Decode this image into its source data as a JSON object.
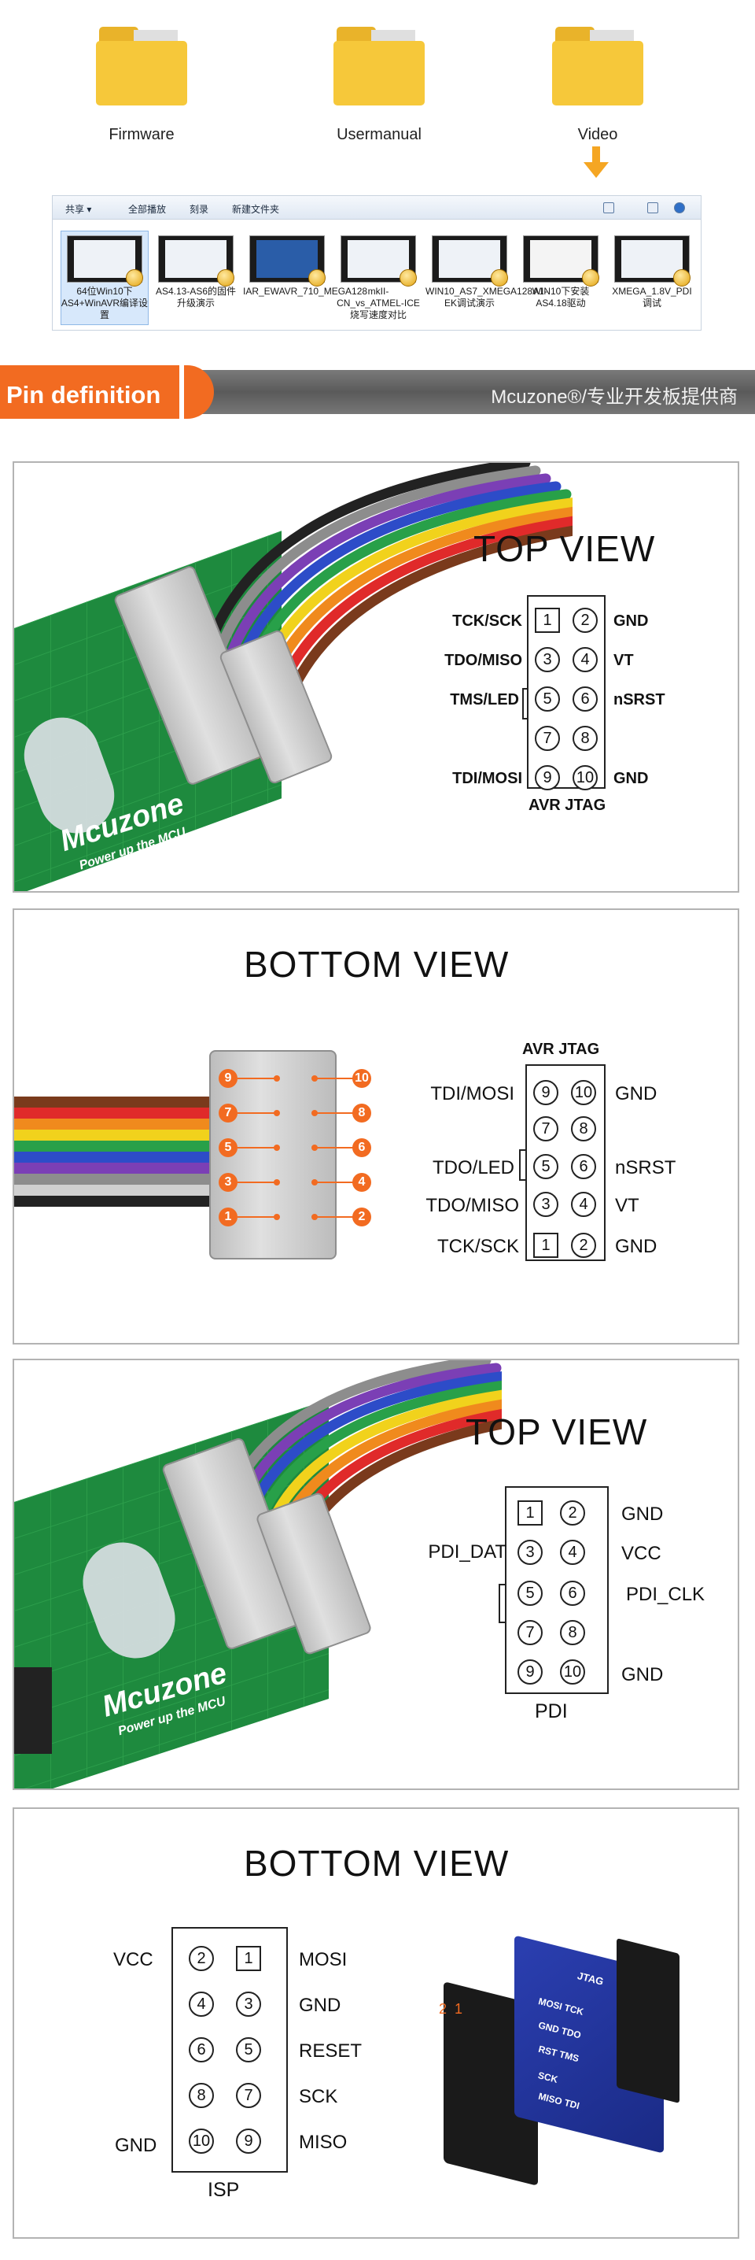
{
  "downloads": {
    "folders": [
      {
        "label": "Firmware"
      },
      {
        "label": "Usermanual"
      },
      {
        "label": "Video"
      }
    ]
  },
  "explorer": {
    "toolbar": [
      "共享 ▾",
      "全部播放",
      "刻录",
      "新建文件夹"
    ],
    "files": [
      {
        "name": "64位Win10下AS4+WinAVR编译设置"
      },
      {
        "name": "AS4.13-AS6的固件升级演示"
      },
      {
        "name": "IAR_EWAVR_710_MEGA128"
      },
      {
        "name": "mkII-CN_vs_ATMEL-ICE烧写速度对比"
      },
      {
        "name": "WIN10_AS7_XMEGA128A1-EK调试演示"
      },
      {
        "name": "WIN10下安装AS4.18驱动"
      },
      {
        "name": "XMEGA_1.8V_PDI调试"
      }
    ]
  },
  "banner": {
    "title": "Pin definition",
    "tagline": "Mcuzone®/专业开发板提供商"
  },
  "board": {
    "brand": "Mcuzone",
    "slogan": "Power up the MCU"
  },
  "jtag_top": {
    "view": "TOP VIEW",
    "caption": "AVR JTAG",
    "rows": [
      {
        "left": "TCK/SCK",
        "p1": "1",
        "p2": "2",
        "right": "GND"
      },
      {
        "left": "TDO/MISO",
        "p1": "3",
        "p2": "4",
        "right": "VT"
      },
      {
        "left": "TMS/LED",
        "p1": "5",
        "p2": "6",
        "right": "nSRST"
      },
      {
        "left": "",
        "p1": "7",
        "p2": "8",
        "right": ""
      },
      {
        "left": "TDI/MOSI",
        "p1": "9",
        "p2": "10",
        "right": "GND"
      }
    ]
  },
  "jtag_bottom": {
    "view": "BOTTOM VIEW",
    "caption": "AVR JTAG",
    "rows": [
      {
        "left": "TDI/MOSI",
        "p1": "9",
        "p2": "10",
        "right": "GND"
      },
      {
        "left": "",
        "p1": "7",
        "p2": "8",
        "right": ""
      },
      {
        "left": "TDO/LED",
        "p1": "5",
        "p2": "6",
        "right": "nSRST"
      },
      {
        "left": "TDO/MISO",
        "p1": "3",
        "p2": "4",
        "right": "VT"
      },
      {
        "left": "TCK/SCK",
        "p1": "1",
        "p2": "2",
        "right": "GND"
      }
    ],
    "markers_left": [
      "9",
      "7",
      "5",
      "3",
      "1"
    ],
    "markers_right": [
      "10",
      "8",
      "6",
      "4",
      "2"
    ]
  },
  "pdi_top": {
    "view": "TOP VIEW",
    "caption": "PDI",
    "rows": [
      {
        "left": "",
        "p1": "1",
        "p2": "2",
        "right": "GND"
      },
      {
        "left": "PDI_DAT",
        "p1": "3",
        "p2": "4",
        "right": "VCC"
      },
      {
        "left": "",
        "p1": "5",
        "p2": "6",
        "right": "PDI_CLK"
      },
      {
        "left": "",
        "p1": "7",
        "p2": "8",
        "right": ""
      },
      {
        "left": "",
        "p1": "9",
        "p2": "10",
        "right": "GND"
      }
    ]
  },
  "isp_bottom": {
    "view": "BOTTOM VIEW",
    "caption": "ISP",
    "rows": [
      {
        "left": "VCC",
        "p1": "2",
        "p2": "1",
        "right": "MOSI"
      },
      {
        "left": "",
        "p1": "4",
        "p2": "3",
        "right": "GND"
      },
      {
        "left": "",
        "p1": "6",
        "p2": "5",
        "right": "RESET"
      },
      {
        "left": "",
        "p1": "8",
        "p2": "7",
        "right": "SCK"
      },
      {
        "left": "GND",
        "p1": "10",
        "p2": "9",
        "right": "MISO"
      }
    ],
    "adapter_top": "JTAG",
    "adapter_pins": [
      "MOSI TCK",
      "GND TDO",
      "RST TMS",
      "SCK",
      "MISO TDI"
    ],
    "adapter_marks": "2  1"
  },
  "colors": {
    "orange": "#f26b21",
    "grey_band": "#6a6a6a",
    "pcb_green": "#1e8a3e",
    "folder_yellow": "#f6c83a"
  }
}
